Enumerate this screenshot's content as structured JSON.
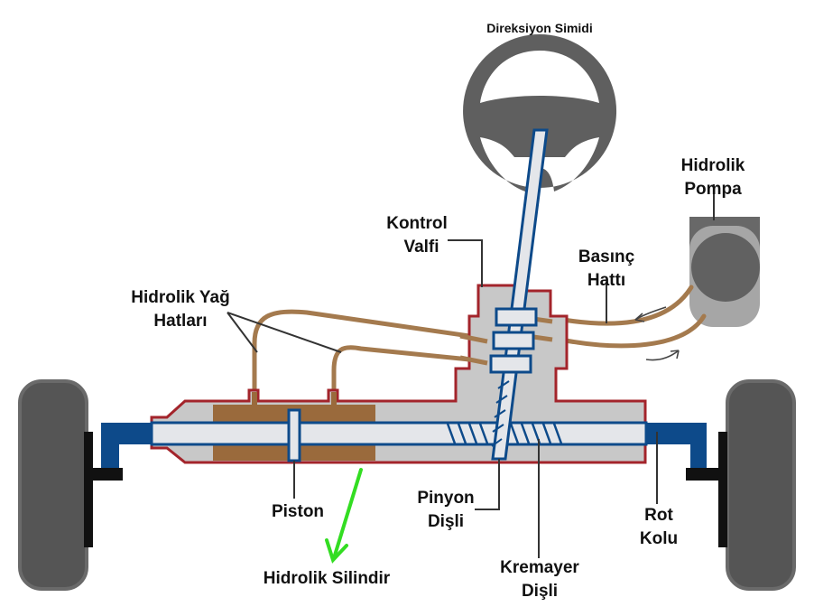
{
  "diagram": {
    "type": "hydraulic power steering system",
    "labels": {
      "steering_wheel": "Direksiyon Simidi",
      "pump_line1": "Hidrolik",
      "pump_line2": "Pompa",
      "control_valve_line1": "Kontrol",
      "control_valve_line2": "Valfi",
      "pressure_line1": "Basınç",
      "pressure_line2": "Hattı",
      "oil_lines_line1": "Hidrolik Yağ",
      "oil_lines_line2": "Hatları",
      "piston": "Piston",
      "cylinder": "Hidrolik Silindir",
      "pinion_line1": "Pinyon",
      "pinion_line2": "Dişli",
      "rack_line1": "Kremayer",
      "rack_line2": "Dişli",
      "tie_rod_line1": "Rot",
      "tie_rod_line2": "Kolu"
    },
    "colors": {
      "housing_outline": "#a3242b",
      "housing_fill": "#c8c8c8",
      "hydraulic_oil": "#9a6a3c",
      "oil_pipe": "#a47a4e",
      "rack_blue": "#0d4a8a",
      "rack_fill": "#e4e6ea",
      "tire": "#555555",
      "steering_wheel": "#5f5f5f",
      "pointer_arrow": "#33dd22"
    }
  }
}
